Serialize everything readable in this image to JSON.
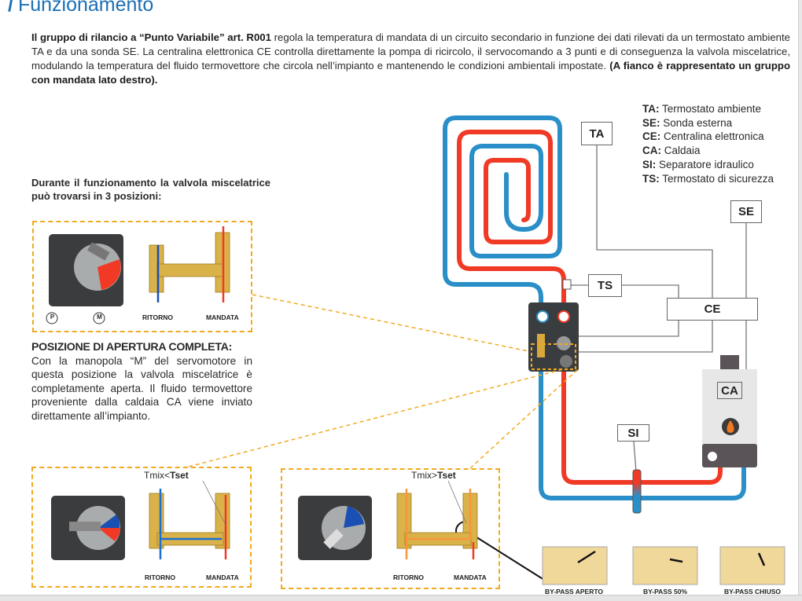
{
  "title": "Funzionamento",
  "intro": {
    "bold_lead": "Il gruppo di rilancio a “Punto Variabile” art. R001",
    "text": " regola la temperatura di mandata di un circuito secondario in funzione dei dati rilevati da un termostato ambiente TA e da una sonda SE. La centralina elettronica CE controlla direttamente la pompa di ricircolo, il servocomando a 3 punti e di conseguenza la valvola miscelatrice, modulando la temperatura del fluido termovettore che circola nell’impianto e mantenendo le condizioni ambientali impostate. ",
    "bold_tail": "(A fianco è rappresentato un gruppo con mandata lato destro)."
  },
  "legend": [
    {
      "k": "TA:",
      "v": " Termostato ambiente"
    },
    {
      "k": "SE:",
      "v": " Sonda esterna"
    },
    {
      "k": "CE:",
      "v": " Centralina elettronica"
    },
    {
      "k": "CA:",
      "v": " Caldaia"
    },
    {
      "k": "SI:",
      "v": " Separatore idraulico"
    },
    {
      "k": "TS:",
      "v": " Termostato di sicurezza"
    }
  ],
  "during": "Durante il funzionamento la valvola miscelatrice può trovarsi in 3 posizioni:",
  "positions": {
    "p_label": "P",
    "m_label": "M",
    "ritorno": "RITORNO",
    "mandata": "MANDATA",
    "open_heading": "POSIZIONE DI APERTURA COMPLETA:",
    "open_body": "Con la manopola “M” del servomotore in questa posizione la valvola miscelatrice è completamente aperta. Il fluido termovettore proveniente dalla caldaia CA viene inviato direttamente all’impianto.",
    "tmix_lt": {
      "a": "Tmix<",
      "b": "Tset"
    },
    "tmix_gt": {
      "a": "Tmix>",
      "b": "Tset"
    }
  },
  "diagram": {
    "TA": "TA",
    "SE": "SE",
    "TS": "TS",
    "CE": "CE",
    "CA": "CA",
    "SI": "SI"
  },
  "bypass": [
    "BY-PASS APERTO",
    "BY-PASS 50%",
    "BY-PASS CHIUSO"
  ],
  "colors": {
    "accent": "#1b6fb5",
    "hot": "#f03a25",
    "cold": "#2a8fc8",
    "dash": "#f2a91f"
  }
}
